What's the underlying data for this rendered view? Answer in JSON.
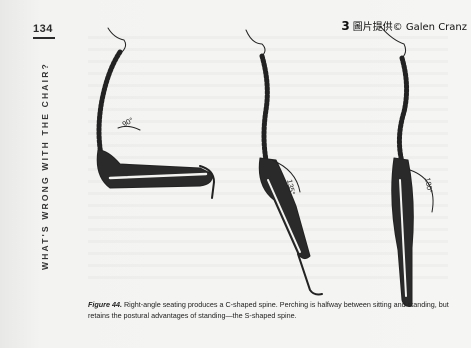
{
  "page": {
    "number": "134",
    "running_head": "WHAT'S WRONG WITH THE CHAIR?",
    "credit": {
      "marker": "3",
      "text": "圖片提供© Galen Cranz"
    }
  },
  "figure": {
    "angles": [
      "90°",
      "135°",
      "180°"
    ],
    "caption_label": "Figure 44.",
    "caption_text": "Right-angle seating produces a C-shaped spine. Perching is halfway between sitting and standing, but retains the postural advantages of standing—the S-shaped spine."
  }
}
